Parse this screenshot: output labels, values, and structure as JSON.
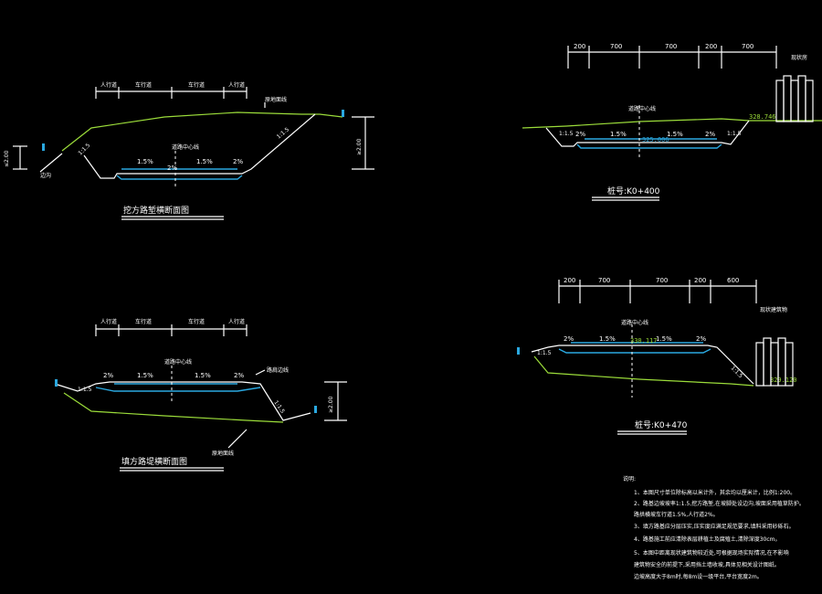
{
  "drawing": {
    "section_tl": {
      "title": "挖方路堑横断面图",
      "width_labels": [
        "人行道",
        "车行道",
        "车行道",
        "人行道"
      ],
      "slope_left": "1:1.5",
      "slope_right": "1:1.5",
      "grades": [
        "2%",
        "1.5%",
        "1.5%",
        "2%"
      ],
      "centerline_label": "道路中心线",
      "ground_label": "原地面线",
      "ditch_label": "边沟",
      "height_left": "≤2.00",
      "height_right": "≥2.00"
    },
    "section_bl": {
      "title": "填方路堤横断面图",
      "width_labels": [
        "人行道",
        "车行道",
        "车行道",
        "人行道"
      ],
      "slope_left": "1:1.5",
      "slope_right": "1:1.5",
      "grades": [
        "2%",
        "1.5%",
        "1.5%",
        "2%"
      ],
      "centerline_label": "道路中心线",
      "ground_label": "原地面线",
      "shoulder_label": "路肩边线",
      "height_right": "≥2.00"
    },
    "section_tr": {
      "title": "桩号:K0+400",
      "dims": [
        "200",
        "700",
        "700",
        "200",
        "700"
      ],
      "slope_left": "1:1.5",
      "slope_right": "1:1.5",
      "grades": [
        "2%",
        "1.5%",
        "1.5%",
        "2%"
      ],
      "centerline_label": "道路中心线",
      "elev_center": "325.006",
      "elev_ground": "328.746",
      "building_label": "现状房"
    },
    "section_br": {
      "title": "桩号:K0+470",
      "dims": [
        "200",
        "700",
        "700",
        "200",
        "600"
      ],
      "slope_left": "1:1.5",
      "slope_right": "1:1.5",
      "grades": [
        "2%",
        "1.5%",
        "1.5%",
        "2%"
      ],
      "centerline_label": "道路中心线",
      "elev_center": "330.117",
      "elev_ground": "329.120",
      "building_label": "现状建筑物"
    },
    "notes": {
      "heading": "说明:",
      "lines": [
        "1、本图尺寸单位除标高以米计外，其余均以厘米计，比例1:200。",
        "2、路基边坡坡率1:1.5,挖方路堑,在坡脚处设边沟,坡面采用植草防护。",
        "   路拱横坡车行道1.5%,人行道2%。",
        "3、填方路基应分层压实,压实度应满足规范要求,填料采用砂砾石。",
        "4、路基施工前应清除表层耕植土及腐殖土,清除深度30cm。",
        "5、本图中距离现状建筑物较近处,可根据现场实际情况,在不影响",
        "   建筑物安全的前提下,采用挡土墙收坡,具体见相关设计图纸。",
        "   边坡高度大于8m时,每8m设一级平台,平台宽度2m。"
      ]
    }
  }
}
